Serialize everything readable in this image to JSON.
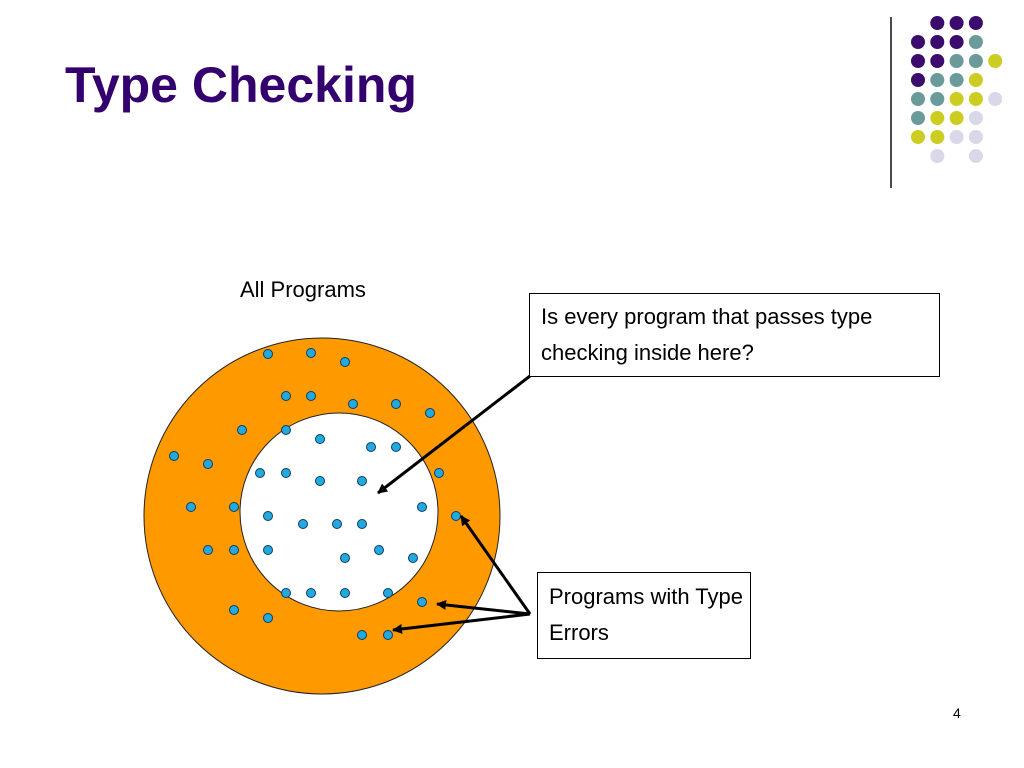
{
  "slide": {
    "title": "Type Checking",
    "page_number": "4"
  },
  "diagram": {
    "outer_label": "All Programs",
    "question_callout": "Is every program that passes type checking inside here?",
    "errors_callout": "Programs with Type Errors",
    "colors": {
      "outer_ring": "#ff9900",
      "inner_circle": "#ffffff",
      "dot_fill": "#22aadd",
      "dot_stroke": "#0d3b66",
      "arrow": "#000000"
    }
  },
  "decoration": {
    "dot_grid_colors": {
      "purple": "#3b0b6e",
      "teal": "#6b9a9a",
      "yellow": "#cccc22",
      "lavender": "#d8d8e8"
    }
  }
}
